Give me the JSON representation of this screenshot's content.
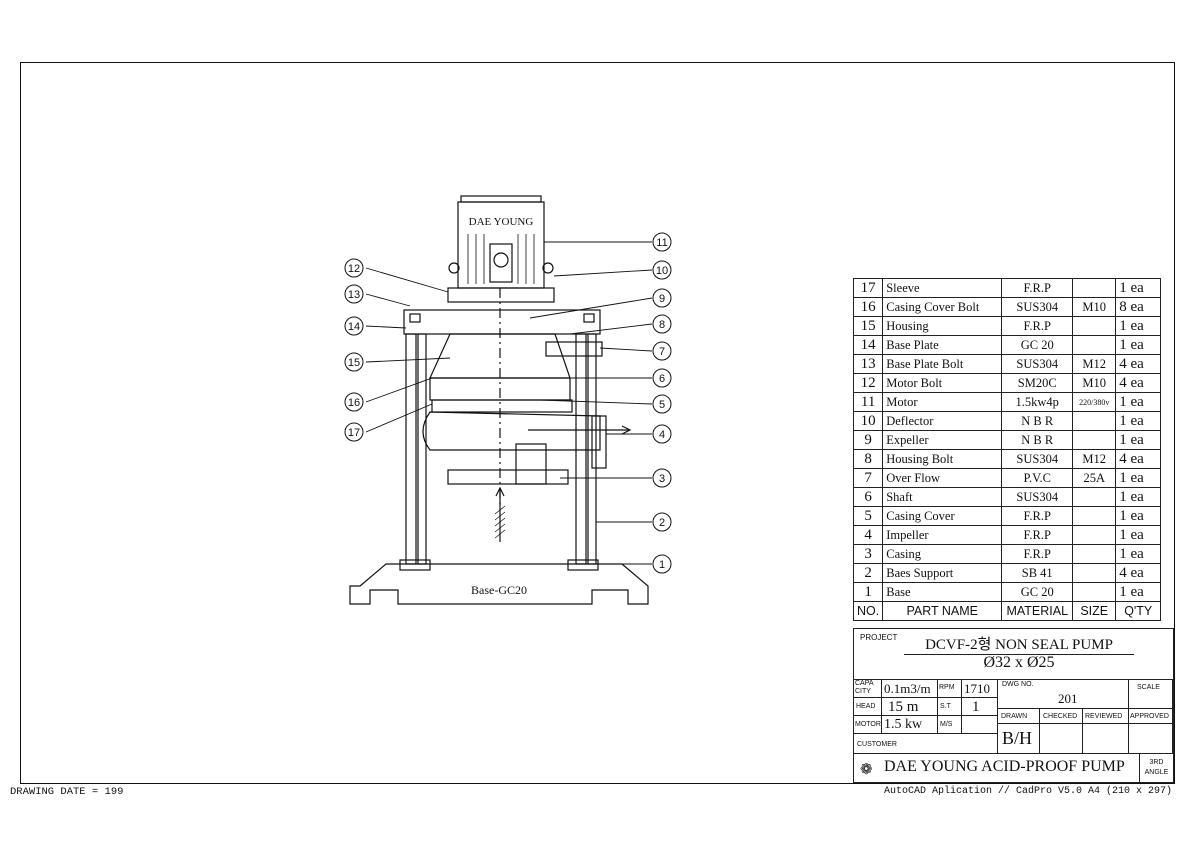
{
  "drawing": {
    "nameplate": "DAE YOUNG",
    "base_label": "Base-GC20",
    "balloons": [
      "11",
      "10",
      "9",
      "8",
      "7",
      "6",
      "5",
      "4",
      "3",
      "2",
      "1",
      "12",
      "13",
      "14",
      "15",
      "16",
      "17"
    ]
  },
  "bom": {
    "headers": {
      "no": "NO.",
      "part_name": "PART NAME",
      "material": "MATERIAL",
      "size": "SIZE",
      "qty": "Q'TY"
    },
    "rows": [
      {
        "no": "17",
        "name": "Sleeve",
        "material": "F.R.P",
        "size": "",
        "qty": "1 ea"
      },
      {
        "no": "16",
        "name": "Casing Cover Bolt",
        "material": "SUS304",
        "size": "M10",
        "qty": "8 ea"
      },
      {
        "no": "15",
        "name": "Housing",
        "material": "F.R.P",
        "size": "",
        "qty": "1 ea"
      },
      {
        "no": "14",
        "name": "Base Plate",
        "material": "GC 20",
        "size": "",
        "qty": "1 ea"
      },
      {
        "no": "13",
        "name": "Base Plate Bolt",
        "material": "SUS304",
        "size": "M12",
        "qty": "4 ea"
      },
      {
        "no": "12",
        "name": "Motor Bolt",
        "material": "SM20C",
        "size": "M10",
        "qty": "4 ea"
      },
      {
        "no": "11",
        "name": "Motor",
        "material": "1.5kw4p",
        "size": "220/380v",
        "qty": "1 ea"
      },
      {
        "no": "10",
        "name": "Deflector",
        "material": "N B R",
        "size": "",
        "qty": "1 ea"
      },
      {
        "no": "9",
        "name": "Expeller",
        "material": "N B R",
        "size": "",
        "qty": "1 ea"
      },
      {
        "no": "8",
        "name": "Housing Bolt",
        "material": "SUS304",
        "size": "M12",
        "qty": "4 ea"
      },
      {
        "no": "7",
        "name": "Over Flow",
        "material": "P.V.C",
        "size": "25A",
        "qty": "1 ea"
      },
      {
        "no": "6",
        "name": "Shaft",
        "material": "SUS304",
        "size": "",
        "qty": "1 ea"
      },
      {
        "no": "5",
        "name": "Casing Cover",
        "material": "F.R.P",
        "size": "",
        "qty": "1 ea"
      },
      {
        "no": "4",
        "name": "Impeller",
        "material": "F.R.P",
        "size": "",
        "qty": "1 ea"
      },
      {
        "no": "3",
        "name": "Casing",
        "material": "F.R.P",
        "size": "",
        "qty": "1 ea"
      },
      {
        "no": "2",
        "name": "Baes Support",
        "material": "SB 41",
        "size": "",
        "qty": "4 ea"
      },
      {
        "no": "1",
        "name": "Base",
        "material": "GC 20",
        "size": "",
        "qty": "1 ea"
      }
    ]
  },
  "title_block": {
    "project_label": "PROJECT",
    "project_name": "DCVF-2형 NON SEAL PUMP",
    "project_size": "Ø32 x Ø25",
    "capa_label": "CAPA CITY",
    "capa_value": "0.1m3/m",
    "rpm_label": "RPM",
    "rpm_value": "1710",
    "head_label": "HEAD",
    "head_value": "15 m",
    "st_label": "S.T",
    "st_value": "1",
    "motor_label": "MOTOR",
    "motor_value": "1.5 kw",
    "ms_label": "M/S",
    "dwg_label": "DWG NO.",
    "dwg_value": "201",
    "scale_label": "SCALE",
    "drawn_label": "DRAWN",
    "checked_label": "CHECKED",
    "reviewed_label": "REVIEWED",
    "approved_label": "APPROVED",
    "drawn_value": "B/H",
    "customer_label": "CUSTOMER",
    "company": "DAE YOUNG ACID-PROOF PUMP",
    "angle": "3RD ANGLE"
  },
  "footer": {
    "left": "DRAWING DATE =  199",
    "right": "AutoCAD Aplication // CadPro V5.0 A4 (210 x 297)"
  }
}
